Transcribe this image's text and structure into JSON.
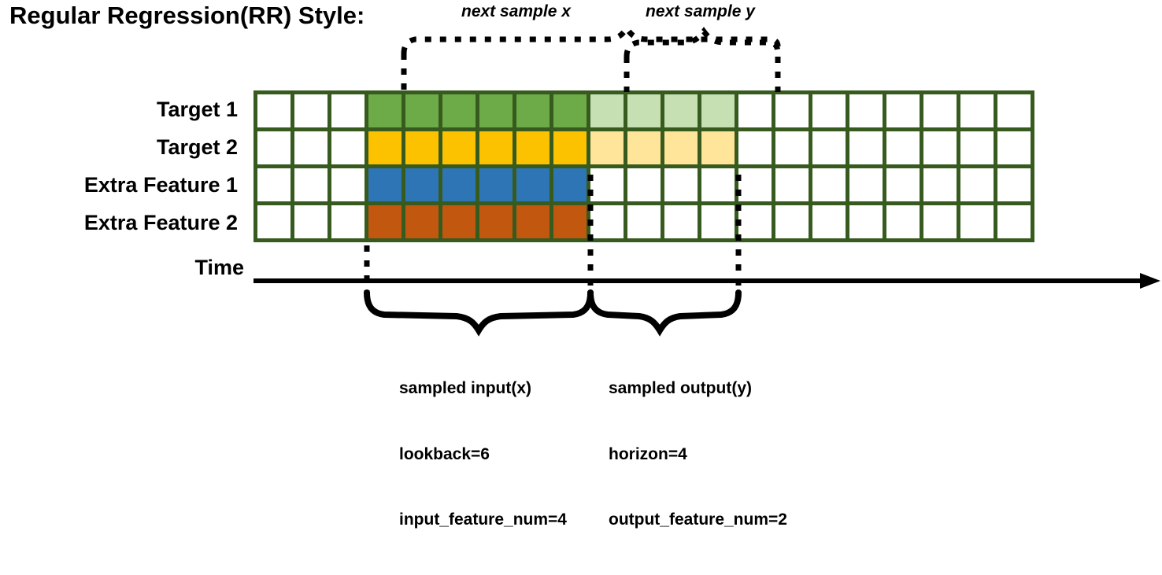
{
  "title": "Regular Regression(RR) Style:",
  "row_labels": [
    "Target 1",
    "Target 2",
    "Extra Feature 1",
    "Extra Feature 2"
  ],
  "axis": {
    "label": "Time",
    "direction": "right-arrow"
  },
  "annotations": {
    "top_left": "next sample x",
    "top_right": "next sample y",
    "bottom_left": [
      "sampled input(x)",
      "lookback=6",
      "input_feature_num=4"
    ],
    "bottom_right": [
      "sampled output(y)",
      "horizon=4",
      "output_feature_num=2"
    ]
  },
  "colors": {
    "grid_border": "#375B1E",
    "target1": "#6CAB47",
    "target1_faded": "#C6E0B4",
    "target2": "#FCC200",
    "target2_faded": "#FFE599",
    "extra_feature1": "#2E75B6",
    "extra_feature2": "#C2570F",
    "empty": "#FFFFFF",
    "ink": "#000000"
  },
  "grid": {
    "columns": 21,
    "rows": 4,
    "lookback_start_col": 3,
    "lookback_len": 6,
    "horizon_start_col": 9,
    "horizon_len": 4,
    "cells": [
      [
        "empty",
        "empty",
        "empty",
        "target1",
        "target1",
        "target1",
        "target1",
        "target1",
        "target1",
        "target1_faded",
        "target1_faded",
        "target1_faded",
        "target1_faded",
        "empty",
        "empty",
        "empty",
        "empty",
        "empty",
        "empty",
        "empty",
        "empty"
      ],
      [
        "empty",
        "empty",
        "empty",
        "target2",
        "target2",
        "target2",
        "target2",
        "target2",
        "target2",
        "target2_faded",
        "target2_faded",
        "target2_faded",
        "target2_faded",
        "empty",
        "empty",
        "empty",
        "empty",
        "empty",
        "empty",
        "empty",
        "empty"
      ],
      [
        "empty",
        "empty",
        "empty",
        "extra_feature1",
        "extra_feature1",
        "extra_feature1",
        "extra_feature1",
        "extra_feature1",
        "extra_feature1",
        "empty",
        "empty",
        "empty",
        "empty",
        "empty",
        "empty",
        "empty",
        "empty",
        "empty",
        "empty",
        "empty",
        "empty"
      ],
      [
        "empty",
        "empty",
        "empty",
        "extra_feature2",
        "extra_feature2",
        "extra_feature2",
        "extra_feature2",
        "extra_feature2",
        "extra_feature2",
        "empty",
        "empty",
        "empty",
        "empty",
        "empty",
        "empty",
        "empty",
        "empty",
        "empty",
        "empty",
        "empty",
        "empty"
      ]
    ]
  }
}
